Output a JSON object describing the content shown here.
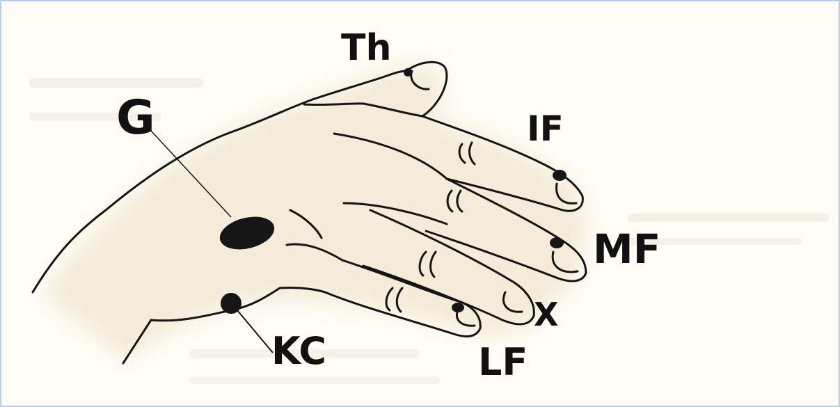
{
  "diagram": {
    "colors": {
      "background": "#fefcf4",
      "frame": "#b9cde6",
      "ink": "#111111",
      "halo": "#f3ead6"
    },
    "labels": {
      "thumb": "Th",
      "gland": "G",
      "index_finger": "IF",
      "middle_finger": "MF",
      "ring_point": "X",
      "little_finger": "LF",
      "knuckle_crease": "KC"
    }
  }
}
